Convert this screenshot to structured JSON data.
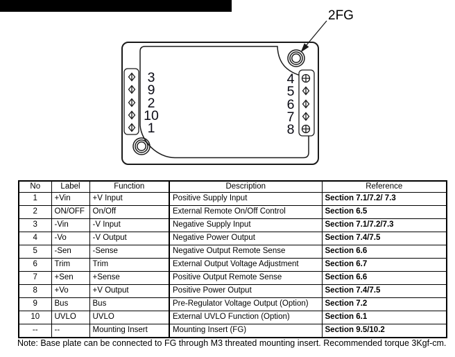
{
  "diagram": {
    "fg_label": "2FG",
    "left_pin_numbers": [
      "3",
      "9",
      "2",
      "10",
      "1"
    ],
    "right_pin_numbers": [
      "4",
      "5",
      "6",
      "7",
      "8"
    ]
  },
  "table": {
    "headers": [
      "No",
      "Label",
      "Function",
      "Description",
      "Reference"
    ],
    "rows": [
      {
        "no": "1",
        "label": "+Vin",
        "function": "+V Input",
        "description": "Positive Supply Input",
        "reference": "Section 7.1/7.2/ 7.3"
      },
      {
        "no": "2",
        "label": "ON/OFF",
        "function": "On/Off",
        "description": "External Remote On/Off Control",
        "reference": "Section 6.5"
      },
      {
        "no": "3",
        "label": "-Vin",
        "function": "-V Input",
        "description": "Negative Supply Input",
        "reference": "Section 7.1/7.2/7.3"
      },
      {
        "no": "4",
        "label": "-Vo",
        "function": "-V Output",
        "description": "Negative Power Output",
        "reference": "Section 7.4/7.5"
      },
      {
        "no": "5",
        "label": "-Sen",
        "function": "-Sense",
        "description": "Negative Output Remote Sense",
        "reference": "Section 6.6"
      },
      {
        "no": "6",
        "label": "Trim",
        "function": "Trim",
        "description": "External Output Voltage Adjustment",
        "reference": "Section 6.7"
      },
      {
        "no": "7",
        "label": "+Sen",
        "function": "+Sense",
        "description": "Positive Output Remote Sense",
        "reference": "Section 6.6"
      },
      {
        "no": "8",
        "label": "+Vo",
        "function": "+V Output",
        "description": "Positive Power Output",
        "reference": "Section 7.4/7.5"
      },
      {
        "no": "9",
        "label": "Bus",
        "function": "Bus",
        "description": "Pre-Regulator Voltage Output (Option)",
        "reference": "Section 7.2"
      },
      {
        "no": "10",
        "label": "UVLO",
        "function": "UVLO",
        "description": "External UVLO Function (Option)",
        "reference": "Section 6.1"
      },
      {
        "no": "--",
        "label": "--",
        "function": "Mounting Insert",
        "description": "Mounting Insert (FG)",
        "reference": "Section 9.5/10.2"
      }
    ]
  },
  "note": "Note: Base plate can be connected to FG through M3 threated mounting insert. Recommended torque 3Kgf-cm."
}
